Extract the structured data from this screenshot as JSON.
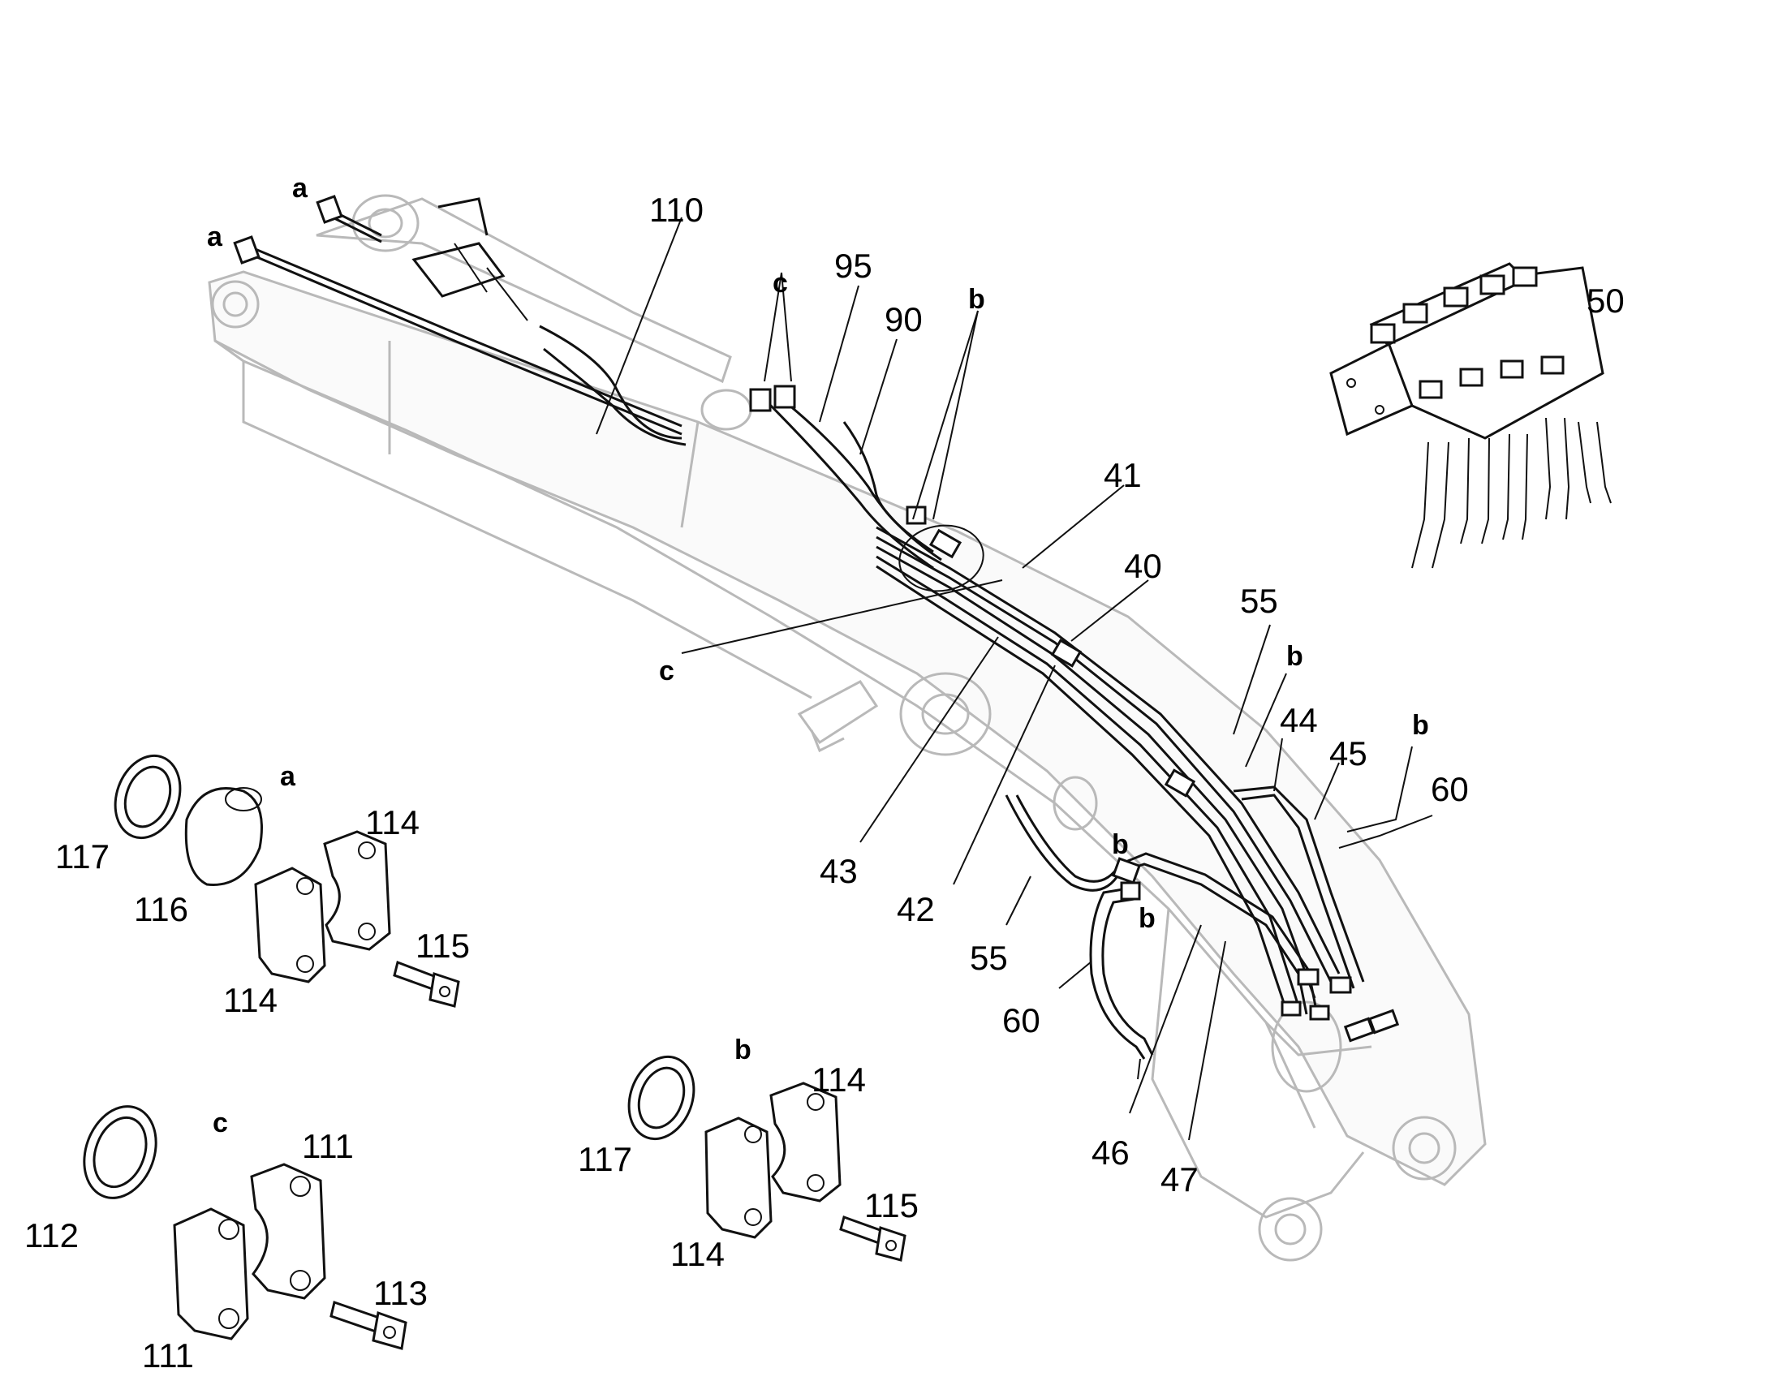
{
  "diagram": {
    "callouts": {
      "n110": "110",
      "n95": "95",
      "n90": "90",
      "n50": "50",
      "n41": "41",
      "n40": "40",
      "n55_top": "55",
      "n44": "44",
      "n45": "45",
      "n60_right": "60",
      "n43": "43",
      "n42": "42",
      "n55_bottom": "55",
      "n60_bottom": "60",
      "n46": "46",
      "n47": "47",
      "n117_a": "117",
      "n116": "116",
      "n114_a_top": "114",
      "n114_a_bottom": "114",
      "n115_a": "115",
      "n112": "112",
      "n111_top": "111",
      "n111_bottom": "111",
      "n113": "113",
      "n117_b": "117",
      "n114_b_top": "114",
      "n114_b_bottom": "114",
      "n115_b": "115"
    },
    "detail_keys": {
      "a_top": "a",
      "a_mid": "a",
      "a_detail": "a",
      "c_top": "c",
      "c_left": "c",
      "c_detail": "c",
      "b_top": "b",
      "b_right1": "b",
      "b_right2": "b",
      "b_lower1": "b",
      "b_lower2": "b",
      "b_detail": "b"
    }
  }
}
